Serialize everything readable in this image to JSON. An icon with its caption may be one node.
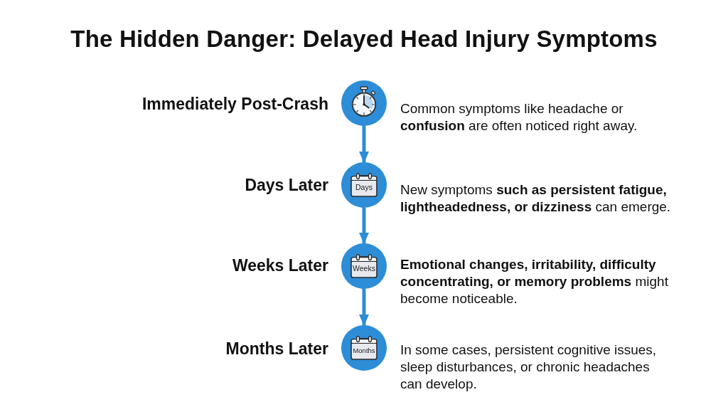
{
  "diagram": {
    "title": "The Hidden Danger: Delayed Head Injury Symptoms",
    "nodes": [
      {
        "text": [],
        "shape": "circle",
        "beside": [
          "Immediately Post-Crash",
          "Common symptoms like headache or **confusion** are often noticed right away."
        ]
      },
      {
        "text": [
          "Days"
        ],
        "beside": [
          "Days Later",
          "New symptoms **such as persistent fatigue, lightheadedness, or dizziness** can emerge."
        ]
      },
      {
        "text": [
          "Weeks"
        ],
        "beside": [
          "Weeks Later",
          "**Emotional changes, irritability, difficulty concentrating, or memory problems** might become noticeable."
        ]
      },
      {
        "text": [
          "Months"
        ],
        "beside": [
          "Months Later",
          "In some cases, persistent cognitive issues, sleep disturbances, or chronic headaches can develop."
        ]
      }
    ],
    "edges": [
      {
        "from": 0,
        "to": 1,
        "arrow": "to"
      },
      {
        "from": 1,
        "to": 2,
        "arrow": "to"
      },
      {
        "from": 2,
        "to": 3,
        "arrow": "to"
      }
    ]
  }
}
